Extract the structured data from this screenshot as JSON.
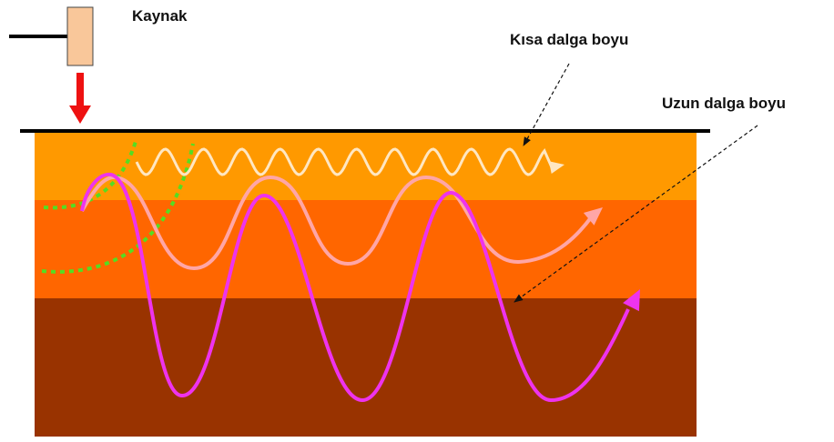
{
  "labels": {
    "source": "Kaynak",
    "short_wavelength": "Kısa dalga boyu",
    "long_wavelength": "Uzun dalga boyu"
  },
  "colors": {
    "layer_top": "#FF9900",
    "layer_middle": "#FF6600",
    "layer_bottom": "#993300",
    "source_block": "#F9C79A",
    "impact_arrow": "#EE1111",
    "short_wave": "#FFE7C2",
    "medium_wave": "#FFA6A6",
    "long_wave": "#EE33EE",
    "wavefront": "#55DD22"
  }
}
